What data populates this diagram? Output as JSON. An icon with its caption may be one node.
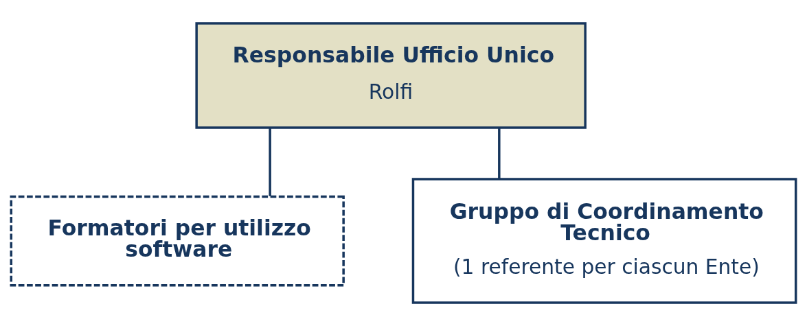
{
  "diagram": {
    "nodes": [
      {
        "text": [
          "Responsabile Ufficio Unico",
          "Rolfi"
        ]
      },
      {
        "text": [
          "Formatori per utilizzo software"
        ]
      },
      {
        "text": [
          "Gruppo di Coordinamento Tecnico",
          "(1 referente per ciascun Ente)"
        ]
      }
    ],
    "edges": [
      {
        "from": 0,
        "to": 2,
        "arrow": "none"
      },
      {
        "from": 0,
        "to": 1,
        "arrow": "none"
      }
    ]
  }
}
